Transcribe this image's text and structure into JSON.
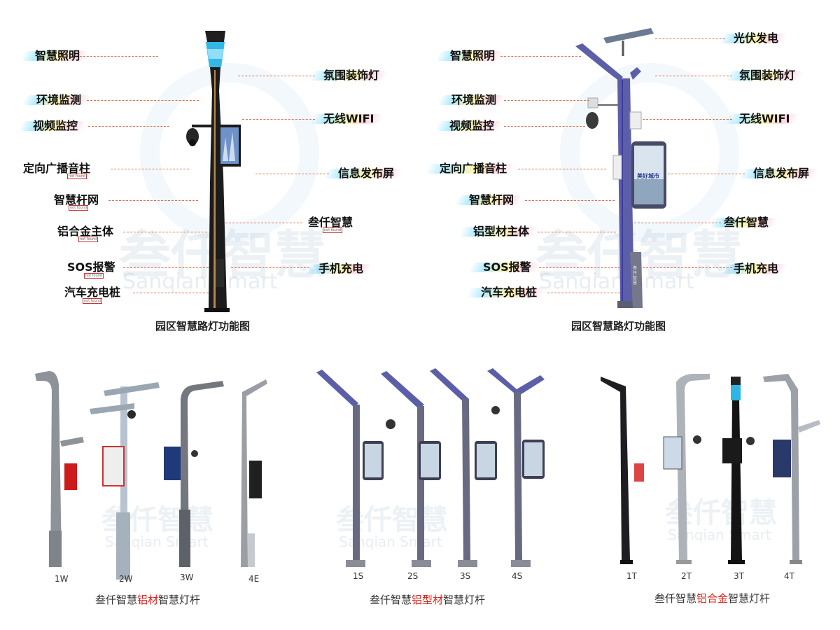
{
  "watermark": {
    "brand": "叁仟智慧",
    "sub": "Sanqian Smart"
  },
  "left_diagram": {
    "caption": "园区智慧路灯功能图",
    "left_labels": [
      "智慧照明",
      "环境监测",
      "视频监控",
      "定向广播音柱",
      "智慧杆网",
      "铝合金主体",
      "SOS报警",
      "汽车充电桩"
    ],
    "right_labels": [
      "氛围装饰灯",
      "无线WIFI",
      "信息发布屏",
      "叁仟智慧",
      "手机充电"
    ],
    "placeholder_text": "not found"
  },
  "right_diagram": {
    "caption": "园区智慧路灯功能图",
    "left_labels": [
      "智慧照明",
      "环境监测",
      "视频监控",
      "定向广播音柱",
      "智慧杆网",
      "铝型材主体",
      "SOS报警",
      "汽车充电桩"
    ],
    "right_labels": [
      "光伏发电",
      "氛围装饰灯",
      "无线WIFI",
      "信息发布屏",
      "叁仟智慧",
      "手机充电"
    ],
    "screen_text": "美好城市",
    "pole_text": "叁仟智慧"
  },
  "group_w": {
    "codes": [
      "1W",
      "2W",
      "3W",
      "4E"
    ],
    "caption_pre": "叁仟智慧",
    "caption_hl": "铝材",
    "caption_post": "智慧灯杆"
  },
  "group_s": {
    "codes": [
      "1S",
      "2S",
      "3S",
      "4S"
    ],
    "caption_pre": "叁仟智慧",
    "caption_hl": "铝型材",
    "caption_post": "智慧灯杆"
  },
  "group_t": {
    "codes": [
      "1T",
      "2T",
      "3T",
      "4T"
    ],
    "caption_pre": "叁仟智慧",
    "caption_hl": "铝合金",
    "caption_post": "智慧灯杆"
  },
  "colors": {
    "accent_red": "#e0211c",
    "lead_line": "#e07050",
    "pole_purple": "#5c5fa8",
    "pole_black": "#1c1c1c",
    "pole_grey": "#8e9299"
  }
}
